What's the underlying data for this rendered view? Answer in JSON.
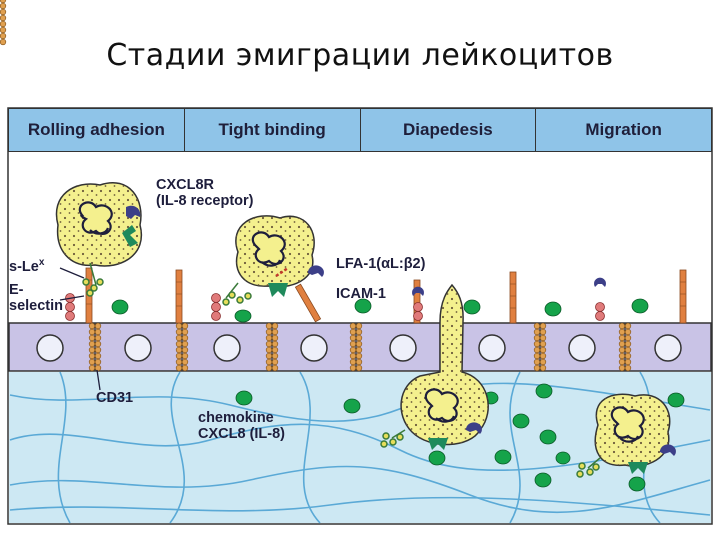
{
  "title": "Стадии эмиграции лейкоцитов",
  "stages": [
    "Rolling adhesion",
    "Tight binding",
    "Diapedesis",
    "Migration"
  ],
  "labels": {
    "cxcl8r_line1": "CXCL8R",
    "cxcl8r_line2": "(IL-8 receptor)",
    "slex": "s-Le",
    "slex_sup": "x",
    "eselectin_line1": "E-",
    "eselectin_line2": "selectin",
    "lfa1": "LFA-1(αL:β2)",
    "icam1": "ICAM-1",
    "cd31": "CD31",
    "chemokine_line1": "chemokine",
    "chemokine_line2": "CXCL8 (IL-8)"
  },
  "colors": {
    "header_bg": "#8fc4e8",
    "tissue_bg": "#cde8f3",
    "fiber": "#5aa9d6",
    "endothelium": "#c9c3e6",
    "nucleus": "#eef0fa",
    "leukocyte": "#f4f08e",
    "chemokine": "#15a34a",
    "receptor": "#1f8a5c",
    "cd31": "#e0a050",
    "ligand": "#e07a7a",
    "lfa": "#3c3f88"
  }
}
